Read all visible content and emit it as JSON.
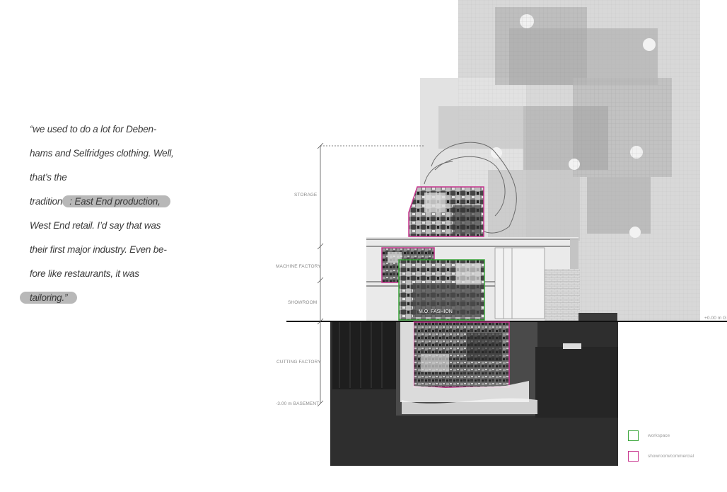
{
  "quote": {
    "lines": [
      "“we used to do a lot for Deben-",
      "hams and Selfridges clothing. Well,",
      "that’s the",
      "tradition",
      ": East End production,",
      "West End retail. I’d say that was",
      "their first major industry. Even be-",
      "fore like restaurants, it was",
      "tailoring.”"
    ]
  },
  "section": {
    "labels": {
      "storage": "STORAGE",
      "machine_factory": "MACHINE FACTORY",
      "showroom": "SHOWROOM",
      "cutting_factory": "CUTTING FACTORY",
      "basement": "-3.00 m BASEMENT",
      "ground": "+0.00 m G"
    },
    "shop_sign": "M.O. FASHION"
  },
  "legend": {
    "items": [
      {
        "label": "workspace",
        "color": "#3aa63a"
      },
      {
        "label": "showroom/commercial",
        "color": "#c8358f"
      }
    ]
  },
  "colors": {
    "workspace": "#3aa63a",
    "showroom": "#c8358f",
    "highlight": "#b8b8b8",
    "basement_fill": "#2e2e2e"
  }
}
